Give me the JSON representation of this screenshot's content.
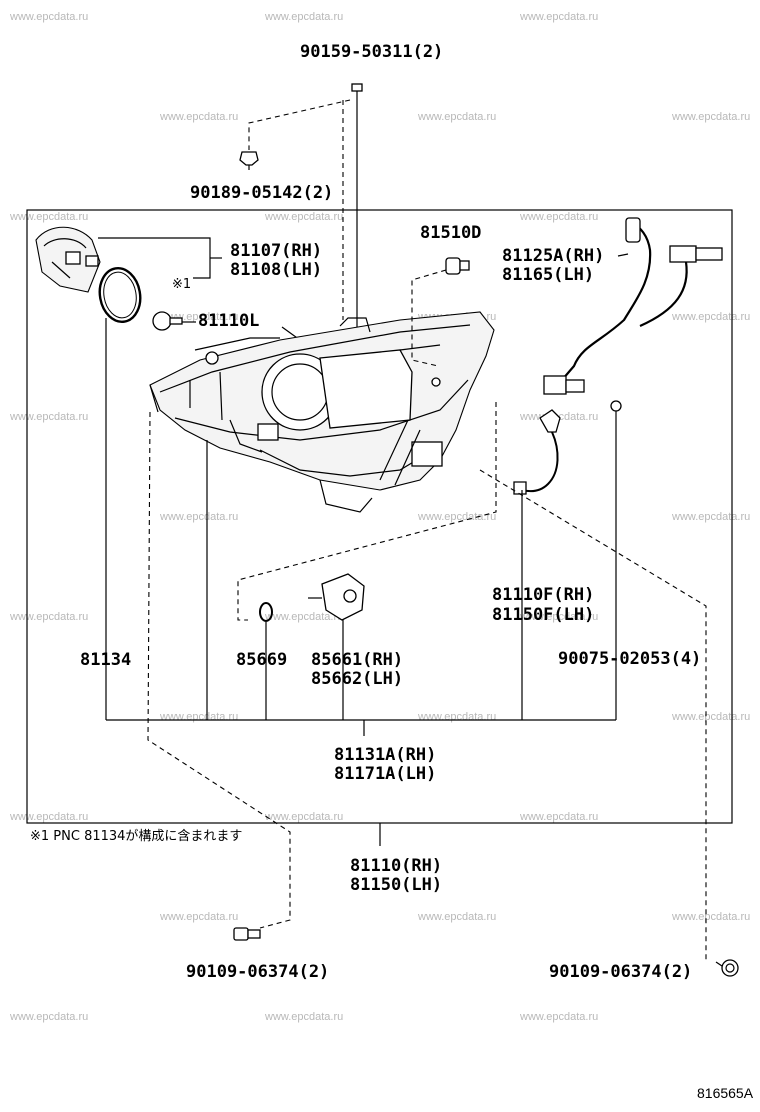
{
  "watermark": "www.epcdata.ru",
  "diagram_id": "816565A",
  "footnote": "※1  PNC 81134が構成に含まれます",
  "labels": {
    "p90159": "90159-50311(2)",
    "p90189": "90189-05142(2)",
    "p81107": "81107(RH)",
    "p81108": "81108(LH)",
    "mark1": "※1",
    "p81510": "81510D",
    "p81125": "81125A(RH)",
    "p81165": "81165(LH)",
    "p81110L": "81110L",
    "p81134": "81134",
    "p85669": "85669",
    "p85661": "85661(RH)",
    "p85662": "85662(LH)",
    "p81110F": "81110F(RH)",
    "p81150F": "81150F(LH)",
    "p90075": "90075-02053(4)",
    "p81131": "81131A(RH)",
    "p81171": "81171A(LH)",
    "p81110": "81110(RH)",
    "p81150": "81150(LH)",
    "p90109a": "90109-06374(2)",
    "p90109b": "90109-06374(2)"
  }
}
